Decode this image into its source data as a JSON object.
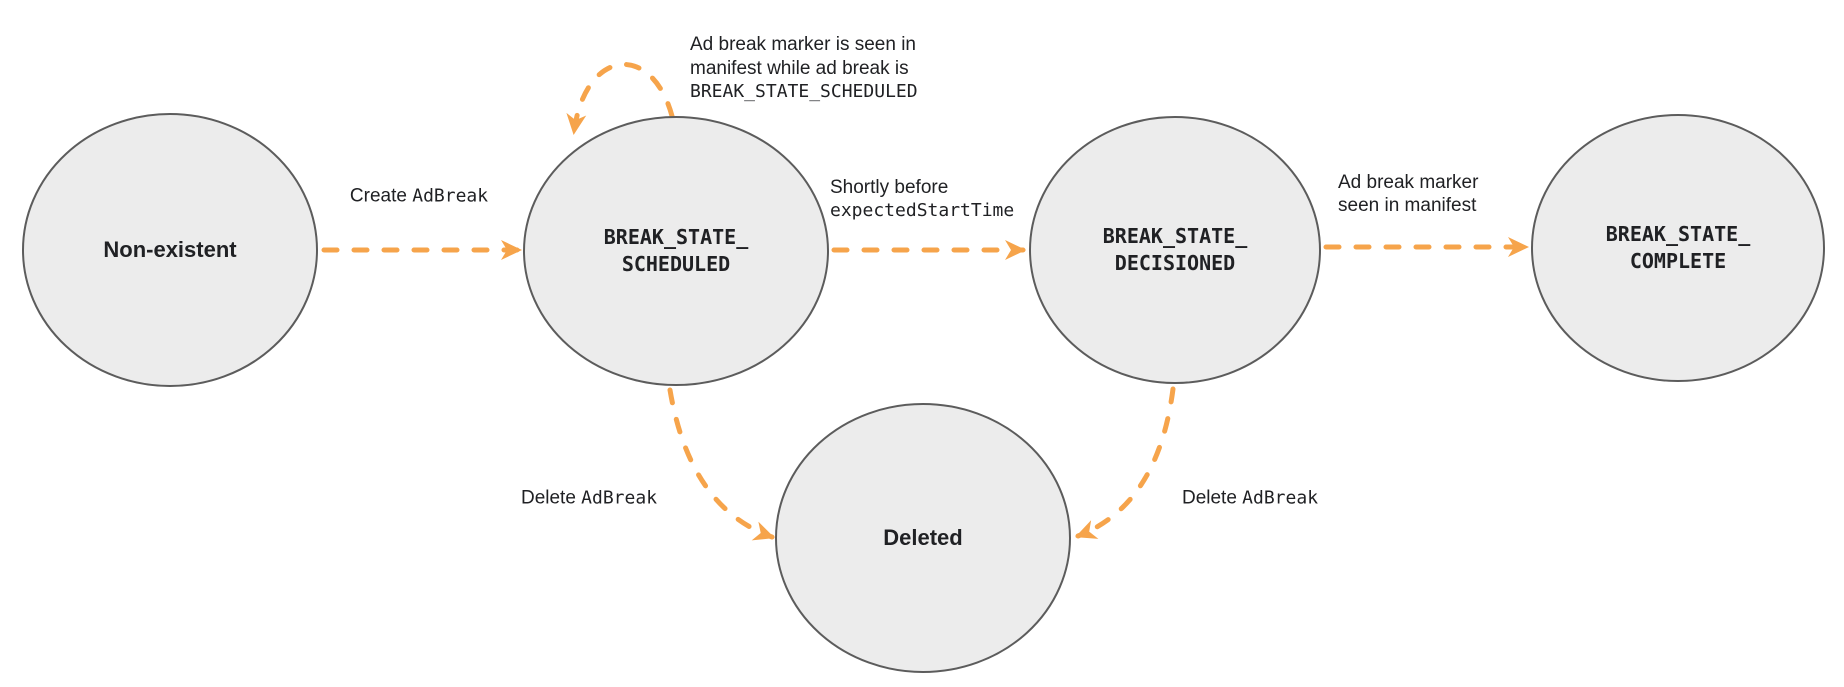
{
  "diagram": {
    "type": "state-diagram",
    "accent_color": "#F6A44B",
    "node_fill": "#ECECEC",
    "node_border": "#5C5C5C",
    "text_color": "#202124",
    "nodes": {
      "non_existent": {
        "label": "Non-existent"
      },
      "scheduled": {
        "line1": "BREAK_STATE_",
        "line2": "SCHEDULED"
      },
      "decisioned": {
        "line1": "BREAK_STATE_",
        "line2": "DECISIONED"
      },
      "complete": {
        "line1": "BREAK_STATE_",
        "line2": "COMPLETE"
      },
      "deleted": {
        "label": "Deleted"
      }
    },
    "edges": {
      "create": {
        "text": "Create",
        "code": "AdBreak"
      },
      "self_loop": {
        "line1": "Ad break marker is seen in",
        "line2": "manifest while ad break is",
        "code": "BREAK_STATE_SCHEDULED"
      },
      "shortly_before": {
        "text": "Shortly before",
        "code": "expectedStartTime"
      },
      "marker_seen": {
        "line1": "Ad break marker",
        "line2": "seen in manifest"
      },
      "delete_left": {
        "text": "Delete",
        "code": "AdBreak"
      },
      "delete_right": {
        "text": "Delete",
        "code": "AdBreak"
      }
    }
  }
}
